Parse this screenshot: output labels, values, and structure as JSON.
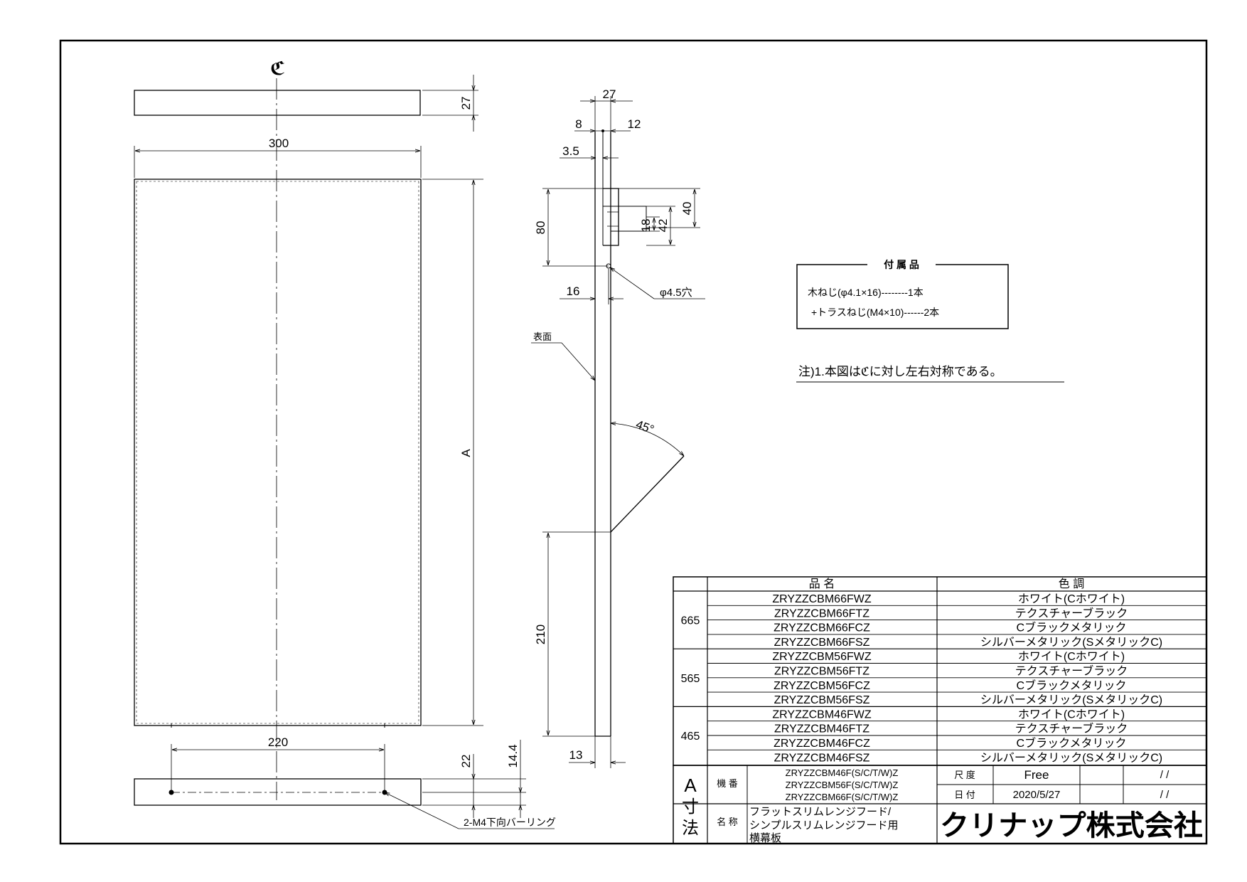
{
  "drawing": {
    "centerline_symbol": "ℭ",
    "left_view": {
      "dims": {
        "thickness": "27",
        "width": "300",
        "length": "A",
        "hole_pitch": "220",
        "bottom_depth": "22",
        "hole_offset": "14.4"
      },
      "hole_note": "2-M4下向バーリング"
    },
    "side_view": {
      "dims": {
        "total": "27",
        "left_part": "8",
        "right_part": "12",
        "offset": "3.5",
        "h80": "80",
        "h40": "40",
        "h42": "42",
        "h18": "18",
        "hole_pos": "16",
        "bottom_height": "210",
        "bottom_width": "13"
      },
      "angle": "45°",
      "hole_label": "φ4.5穴",
      "surface_label": "表面"
    },
    "accessories": {
      "title": "付 属 品",
      "items": [
        "木ねじ(φ4.1×16)--------1本",
        "+トラスねじ(M4×10)------2本"
      ]
    },
    "note": "注)1.本図はℭに対し左右対称である。"
  },
  "parts_table": {
    "headers": {
      "name": "品 名",
      "color": "色 調"
    },
    "groups": [
      {
        "size": "665",
        "rows": [
          {
            "name": "ZRYZZCBM66FWZ",
            "color": "ホワイト(Cホワイト)"
          },
          {
            "name": "ZRYZZCBM66FTZ",
            "color": "テクスチャーブラック"
          },
          {
            "name": "ZRYZZCBM66FCZ",
            "color": "Cブラックメタリック"
          },
          {
            "name": "ZRYZZCBM66FSZ",
            "color": "シルバーメタリック(SメタリックC)"
          }
        ]
      },
      {
        "size": "565",
        "rows": [
          {
            "name": "ZRYZZCBM56FWZ",
            "color": "ホワイト(Cホワイト)"
          },
          {
            "name": "ZRYZZCBM56FTZ",
            "color": "テクスチャーブラック"
          },
          {
            "name": "ZRYZZCBM56FCZ",
            "color": "Cブラックメタリック"
          },
          {
            "name": "ZRYZZCBM56FSZ",
            "color": "シルバーメタリック(SメタリックC)"
          }
        ]
      },
      {
        "size": "465",
        "rows": [
          {
            "name": "ZRYZZCBM46FWZ",
            "color": "ホワイト(Cホワイト)"
          },
          {
            "name": "ZRYZZCBM46FTZ",
            "color": "テクスチャーブラック"
          },
          {
            "name": "ZRYZZCBM46FCZ",
            "color": "Cブラックメタリック"
          },
          {
            "name": "ZRYZZCBM46FSZ",
            "color": "シルバーメタリック(SメタリックC)"
          }
        ]
      }
    ]
  },
  "title_block": {
    "a_label_1": "A",
    "a_label_2": "寸",
    "a_label_3": "法",
    "model_label": "機 番",
    "models": [
      "ZRYZZCBM46F(S/C/T/W)Z",
      "ZRYZZCBM56F(S/C/T/W)Z",
      "ZRYZZCBM66F(S/C/T/W)Z"
    ],
    "scale_label": "尺 度",
    "scale_value": "Free",
    "date_label": "日 付",
    "date_value": "2020/5/27",
    "slash": "/  /",
    "name_label": "名 称",
    "name_lines": [
      "フラットスリムレンジフード/",
      "シンプルスリムレンジフード用",
      "横幕板"
    ],
    "company": "クリナップ株式会社"
  }
}
